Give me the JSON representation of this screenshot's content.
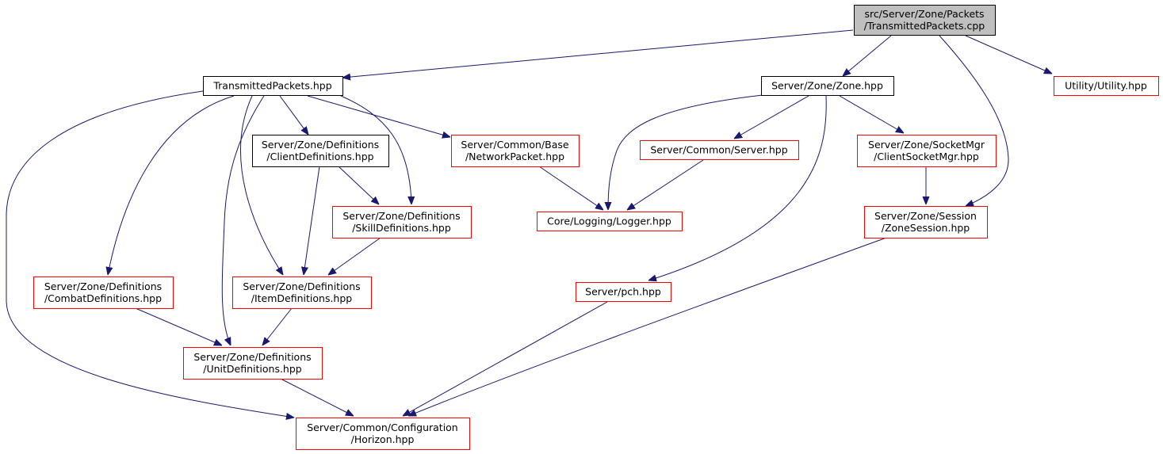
{
  "colors": {
    "edge": "#191970",
    "root_fill": "#bfbfbf",
    "root_border": "#000000",
    "normal_border": "#000000",
    "truncated_border": "#ff0000",
    "node_fill": "#ffffff"
  },
  "nodes": [
    {
      "id": "root",
      "lines": [
        "src/Server/Zone/Packets",
        "/TransmittedPackets.cpp"
      ],
      "style": "root"
    },
    {
      "id": "transmitted",
      "lines": [
        "TransmittedPackets.hpp"
      ],
      "style": "normal"
    },
    {
      "id": "zone",
      "lines": [
        "Server/Zone/Zone.hpp"
      ],
      "style": "normal"
    },
    {
      "id": "utility",
      "lines": [
        "Utility/Utility.hpp"
      ],
      "style": "truncated"
    },
    {
      "id": "clientdefs",
      "lines": [
        "Server/Zone/Definitions",
        "/ClientDefinitions.hpp"
      ],
      "style": "normal"
    },
    {
      "id": "networkpacket",
      "lines": [
        "Server/Common/Base",
        "/NetworkPacket.hpp"
      ],
      "style": "truncated"
    },
    {
      "id": "server",
      "lines": [
        "Server/Common/Server.hpp"
      ],
      "style": "truncated"
    },
    {
      "id": "clientsocket",
      "lines": [
        "Server/Zone/SocketMgr",
        "/ClientSocketMgr.hpp"
      ],
      "style": "truncated"
    },
    {
      "id": "skilldefs",
      "lines": [
        "Server/Zone/Definitions",
        "/SkillDefinitions.hpp"
      ],
      "style": "truncated"
    },
    {
      "id": "logger",
      "lines": [
        "Core/Logging/Logger.hpp"
      ],
      "style": "truncated"
    },
    {
      "id": "zonesession",
      "lines": [
        "Server/Zone/Session",
        "/ZoneSession.hpp"
      ],
      "style": "truncated"
    },
    {
      "id": "combatdefs",
      "lines": [
        "Server/Zone/Definitions",
        "/CombatDefinitions.hpp"
      ],
      "style": "truncated"
    },
    {
      "id": "itemdefs",
      "lines": [
        "Server/Zone/Definitions",
        "/ItemDefinitions.hpp"
      ],
      "style": "truncated"
    },
    {
      "id": "pch",
      "lines": [
        "Server/pch.hpp"
      ],
      "style": "truncated"
    },
    {
      "id": "unitdefs",
      "lines": [
        "Server/Zone/Definitions",
        "/UnitDefinitions.hpp"
      ],
      "style": "truncated"
    },
    {
      "id": "horizon",
      "lines": [
        "Server/Common/Configuration",
        "/Horizon.hpp"
      ],
      "style": "truncated"
    }
  ],
  "edges": [
    {
      "from": "root",
      "to": "transmitted"
    },
    {
      "from": "root",
      "to": "zone"
    },
    {
      "from": "root",
      "to": "utility"
    },
    {
      "from": "root",
      "to": "zonesession"
    },
    {
      "from": "transmitted",
      "to": "clientdefs"
    },
    {
      "from": "transmitted",
      "to": "networkpacket"
    },
    {
      "from": "transmitted",
      "to": "skilldefs"
    },
    {
      "from": "transmitted",
      "to": "itemdefs"
    },
    {
      "from": "transmitted",
      "to": "combatdefs"
    },
    {
      "from": "transmitted",
      "to": "unitdefs"
    },
    {
      "from": "transmitted",
      "to": "horizon"
    },
    {
      "from": "clientdefs",
      "to": "skilldefs"
    },
    {
      "from": "clientdefs",
      "to": "itemdefs"
    },
    {
      "from": "skilldefs",
      "to": "itemdefs"
    },
    {
      "from": "itemdefs",
      "to": "unitdefs"
    },
    {
      "from": "combatdefs",
      "to": "unitdefs"
    },
    {
      "from": "unitdefs",
      "to": "horizon"
    },
    {
      "from": "networkpacket",
      "to": "logger"
    },
    {
      "from": "zone",
      "to": "logger"
    },
    {
      "from": "zone",
      "to": "server"
    },
    {
      "from": "zone",
      "to": "clientsocket"
    },
    {
      "from": "zone",
      "to": "pch"
    },
    {
      "from": "server",
      "to": "logger"
    },
    {
      "from": "clientsocket",
      "to": "zonesession"
    },
    {
      "from": "zonesession",
      "to": "horizon"
    },
    {
      "from": "pch",
      "to": "horizon"
    }
  ]
}
